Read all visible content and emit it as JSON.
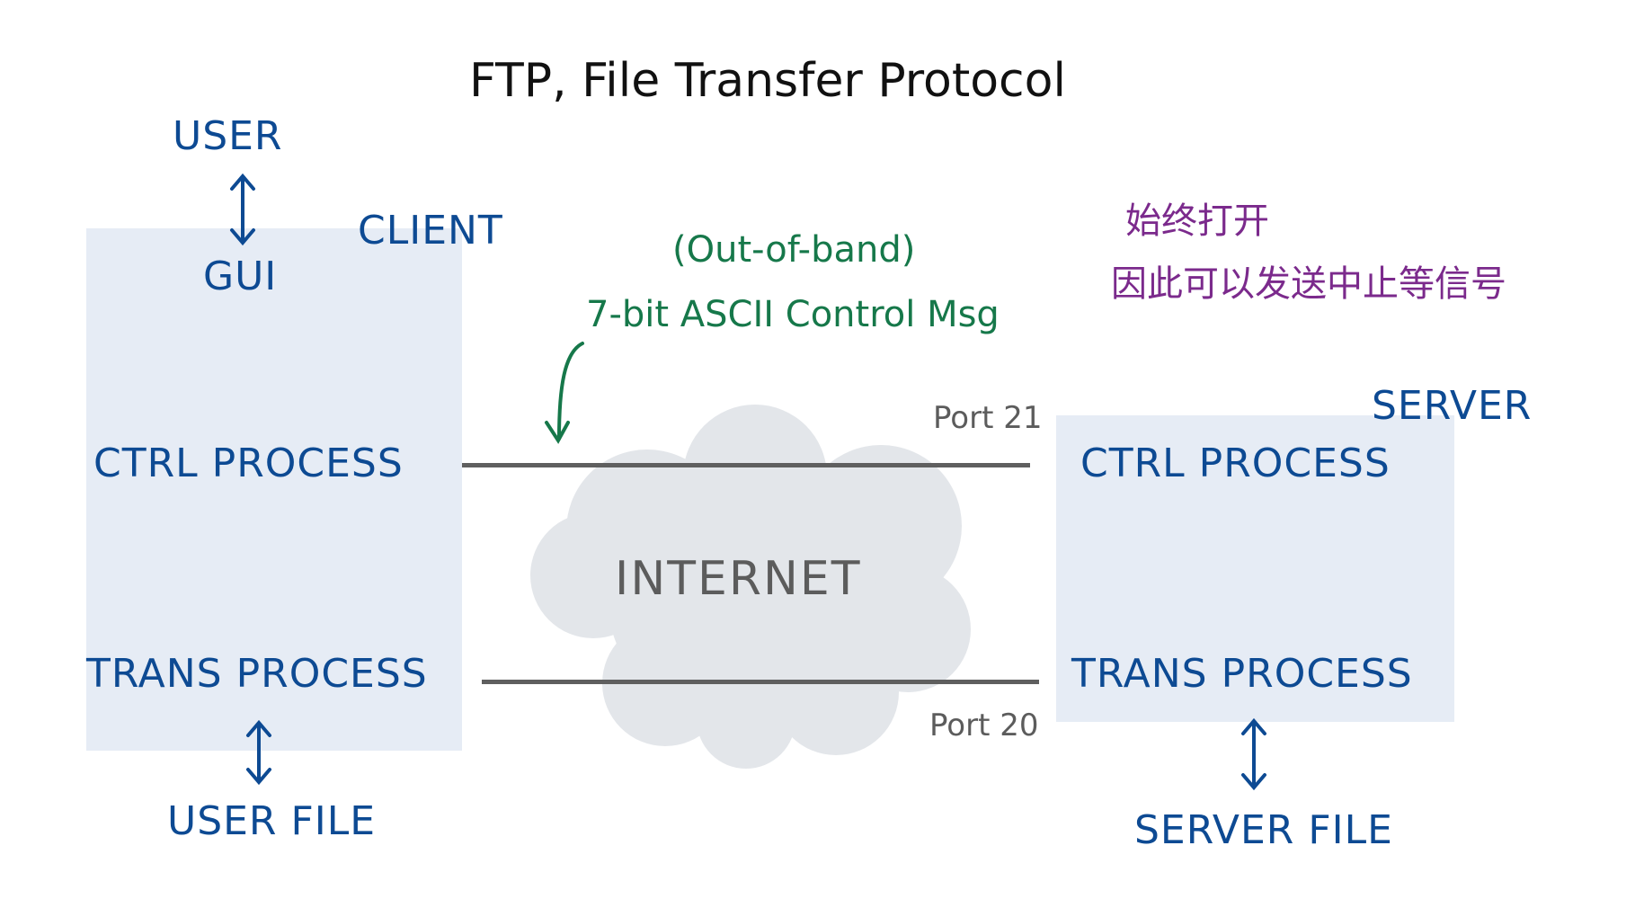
{
  "title": "FTP, File Transfer Protocol",
  "client": {
    "label": "CLIENT",
    "user": "USER",
    "gui": "GUI",
    "ctrl_process": "CTRL PROCESS",
    "trans_process": "TRANS PROCESS",
    "user_file": "USER FILE"
  },
  "server": {
    "label": "SERVER",
    "ctrl_process": "CTRL PROCESS",
    "trans_process": "TRANS PROCESS",
    "server_file": "SERVER FILE"
  },
  "network": {
    "internet": "INTERNET",
    "port_control": "Port 21",
    "port_data": "Port 20"
  },
  "annotation_control": {
    "line1": "(Out-of-band)",
    "line2": "7-bit ASCII Control Msg"
  },
  "annotation_note": {
    "line1": "始终打开",
    "line2": "因此可以发送中止等信号"
  },
  "colors": {
    "ink_blue": "#0d4a93",
    "ink_green": "#16784a",
    "ink_purple": "#7b2a8c",
    "ink_gray": "#5c5c5c",
    "box_fill": "#e6ecf5",
    "cloud_fill": "#e3e6ea"
  }
}
